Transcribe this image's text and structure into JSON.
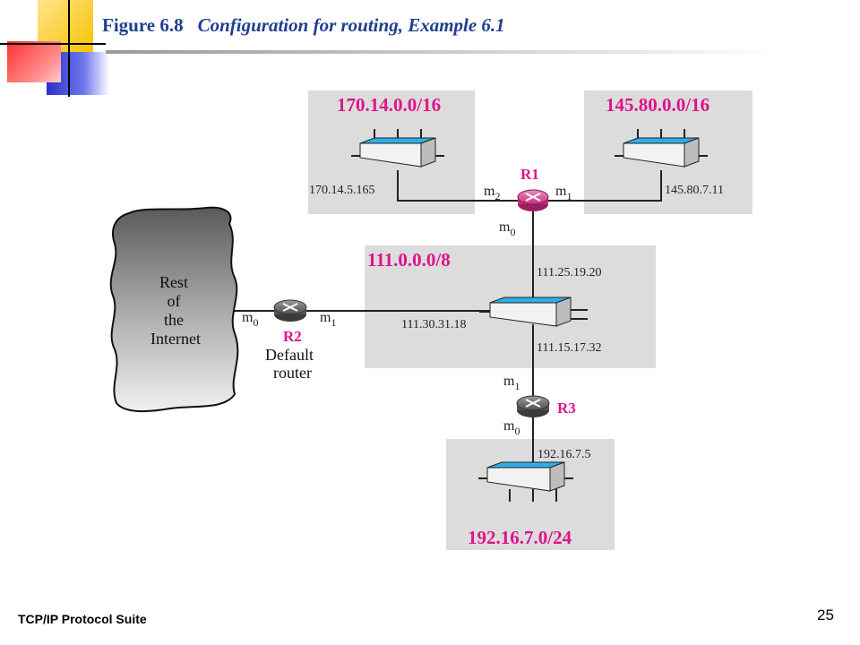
{
  "slide": {
    "figure_number": "Figure 6.8",
    "figure_caption": "Configuration for routing, Example 6.1",
    "footer": "TCP/IP Protocol Suite",
    "page_number": "25"
  },
  "colors": {
    "title": "#1f3f8f",
    "network_label": "#e0128c",
    "network_box": "#dcdcdc",
    "switch_top": "#2eaee6",
    "router_r1": "#e04a9a",
    "router_gray": "#6c6c6c"
  },
  "networks": {
    "n170": {
      "label": "170.14.0.0/16",
      "ip": "170.14.5.165"
    },
    "n145": {
      "label": "145.80.0.0/16",
      "ip": "145.80.7.11"
    },
    "n111": {
      "label": "111.0.0.0/8",
      "ip_r1": "111.25.19.20",
      "ip_r2": "111.30.31.18",
      "ip_r3": "111.15.17.32"
    },
    "n192": {
      "label": "192.16.7.0/24",
      "ip": "192.16.7.5"
    }
  },
  "routers": {
    "r1": {
      "name": "R1",
      "icon": "router-icon"
    },
    "r2": {
      "name": "R2",
      "role_line1": "Default",
      "role_line2": "router",
      "icon": "router-icon"
    },
    "r3": {
      "name": "R3",
      "icon": "router-icon"
    }
  },
  "cloud": {
    "line1": "Rest",
    "line2": "of",
    "line3": "the",
    "line4": "Internet",
    "icon": "cloud-icon"
  },
  "ports": {
    "m": "m",
    "sub0": "0",
    "sub1": "1",
    "sub2": "2"
  }
}
